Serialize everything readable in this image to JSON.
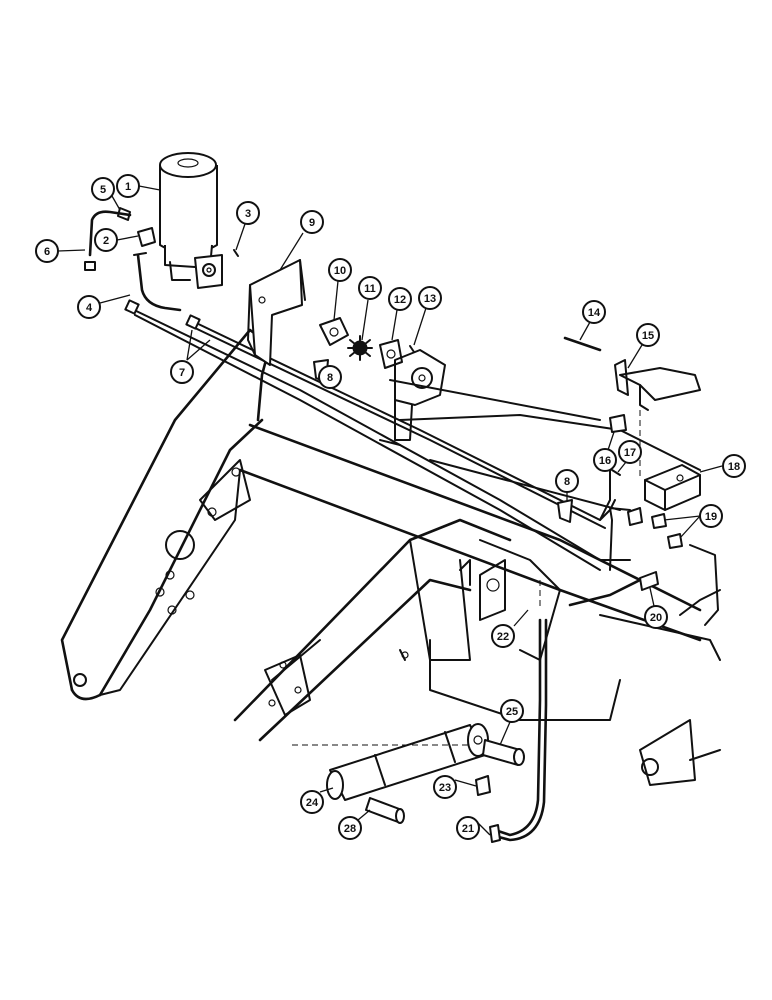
{
  "callouts": [
    {
      "id": "c1",
      "label": "1"
    },
    {
      "id": "c2",
      "label": "2"
    },
    {
      "id": "c3",
      "label": "3"
    },
    {
      "id": "c4",
      "label": "4"
    },
    {
      "id": "c5",
      "label": "5"
    },
    {
      "id": "c6",
      "label": "6"
    },
    {
      "id": "c7",
      "label": "7"
    },
    {
      "id": "c8a",
      "label": "8"
    },
    {
      "id": "c8b",
      "label": "8"
    },
    {
      "id": "c9",
      "label": "9"
    },
    {
      "id": "c10",
      "label": "10"
    },
    {
      "id": "c11",
      "label": "11"
    },
    {
      "id": "c12",
      "label": "12"
    },
    {
      "id": "c13",
      "label": "13"
    },
    {
      "id": "c14",
      "label": "14"
    },
    {
      "id": "c15",
      "label": "15"
    },
    {
      "id": "c16",
      "label": "16"
    },
    {
      "id": "c17",
      "label": "17"
    },
    {
      "id": "c18",
      "label": "18"
    },
    {
      "id": "c19",
      "label": "19"
    },
    {
      "id": "c20",
      "label": "20"
    },
    {
      "id": "c21",
      "label": "21"
    },
    {
      "id": "c22",
      "label": "22"
    },
    {
      "id": "c23",
      "label": "23"
    },
    {
      "id": "c24",
      "label": "24"
    },
    {
      "id": "c25",
      "label": "25"
    },
    {
      "id": "c28",
      "label": "28"
    }
  ]
}
